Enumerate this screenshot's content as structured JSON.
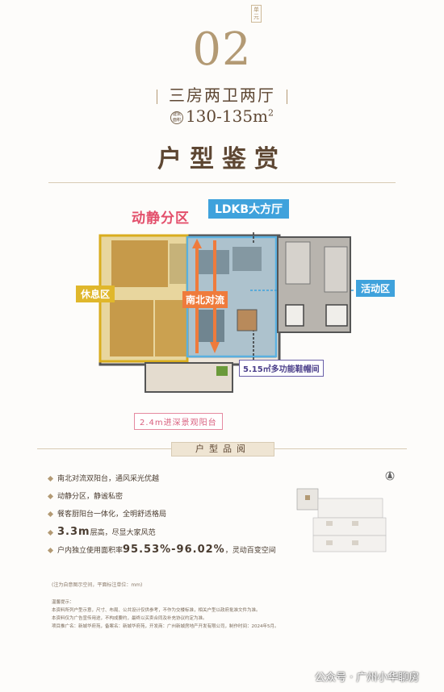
{
  "header": {
    "unit_number": "02",
    "unit_tag": "单元",
    "layout_name": "三房两卫两厅",
    "area_badge": "建筑面积",
    "area_text": "130-135m",
    "area_sup": "2",
    "section_title": "户型鉴赏"
  },
  "plan_labels": {
    "zoning": "动静分区",
    "ldkb": "LDKB大方厅",
    "rest": "休息区",
    "activity": "活动区",
    "north_south": "南北对流",
    "shoe_room": "5.15㎡多功能鞋帽间",
    "balcony": "2.4m进深景观阳台"
  },
  "section2": {
    "title": "户型品阅"
  },
  "features": [
    {
      "text": "南北对流双阳台，通风采光优越"
    },
    {
      "text": "动静分区，静谧私密"
    },
    {
      "text": "餐客厨阳台一体化，全明舒适格局"
    },
    {
      "hi": "3.3m",
      "text": "层高，尽显大家风范"
    },
    {
      "pre": "户内独立使用面积率",
      "hi": "95.53%-96.02%",
      "text": "，灵动百变空间"
    }
  ],
  "note_small": "(注为自意图示空间，平面标注单位：mm)",
  "disclaimer": [
    "温馨提示：",
    "本资料所列户型示意，尺寸、布局、公共设计仅供参考，不作为交楼标准，相关户型以政府批准文件为准。",
    "本资料仅为广告宣传用途，不构成要约，最终以买卖合同及补充协议约定为准。",
    "项目推广名：新城华府苑，备案名：新城华府苑，开发商：广州新城房地产开发有限公司，制作时间：2024年5月。"
  ],
  "watermark": "公众号 · 广州小华聊房",
  "colors": {
    "gold": "#b39a74",
    "pink": "#e34f6b",
    "blue": "#3fa2dc",
    "yellow": "#e0b72b",
    "orange": "#ef7b3c",
    "purple": "#6a5fa8"
  }
}
